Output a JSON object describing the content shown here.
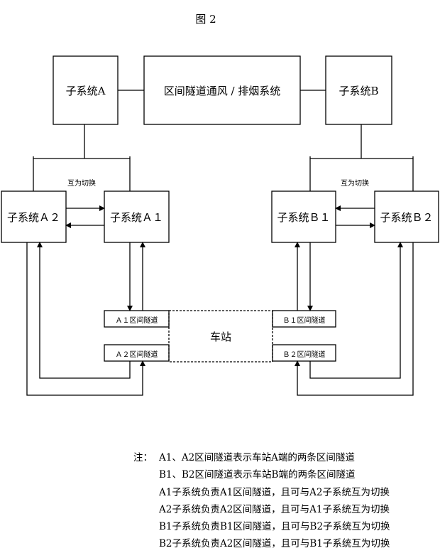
{
  "figure": {
    "title": "图 2",
    "central_system": "区间隧道通风 / 排烟系统",
    "subsystem_a": "子系统A",
    "subsystem_b": "子系统B",
    "subsystem_a1": "子系统Ａ１",
    "subsystem_a2": "子系统Ａ２",
    "subsystem_b1": "子系统Ｂ１",
    "subsystem_b2": "子系统Ｂ２",
    "switch_label_a": "互为切换",
    "switch_label_b": "互为切换",
    "tunnel_a1": "Ａ１区间隧道",
    "tunnel_a2": "Ａ２区间隧道",
    "tunnel_b1": "Ｂ１区间隧道",
    "tunnel_b2": "Ｂ２区间隧道",
    "station": "车站"
  },
  "notes": {
    "prefix": "注：",
    "lines": [
      "A1、A2区间隧道表示车站A端的两条区间隧道",
      "B1、B2区间隧道表示车站B端的两条区间隧道",
      "A1子系统负责A1区间隧道，且可与A2子系统互为切换",
      "A2子系统负责A2区间隧道，且可与A1子系统互为切换",
      "B1子系统负责B1区间隧道，且可与B2子系统互为切换",
      "B2子系统负责A2区间隧道，且可与B1子系统互为切换"
    ]
  }
}
